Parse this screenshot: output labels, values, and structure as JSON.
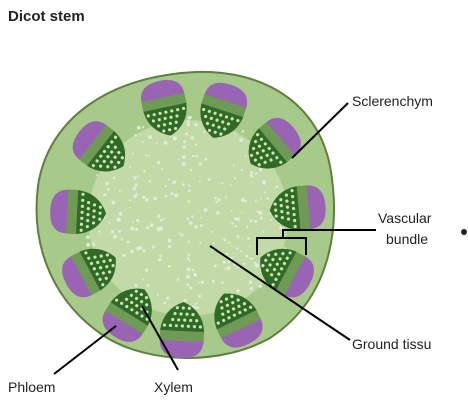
{
  "title": "Dicot stem",
  "labels": {
    "sclerenchyma": "Sclerenchym",
    "vascular_line1": "Vascular",
    "vascular_line2": "bundle",
    "ground_tissue": "Ground tissu",
    "phloem": "Phloem",
    "xylem": "Xylem"
  },
  "colors": {
    "cortex": "#a7c98a",
    "pith": "#c2d9a8",
    "outline": "#5f7f3f",
    "sclerenchyma": "#9a64b4",
    "phloem": "#6f9a55",
    "xylem": "#2f6a26",
    "xylem_dot": "#cfe6b4"
  }
}
